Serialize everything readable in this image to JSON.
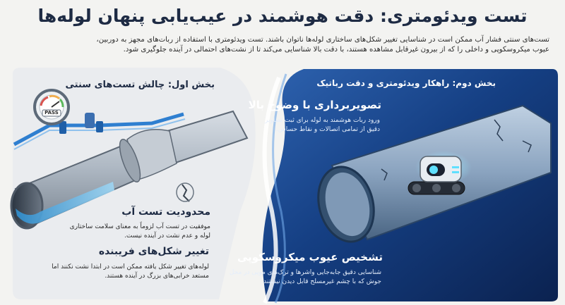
{
  "title": "تست ویدئومتری: دقت هوشمند در عیب‌یابی پنهان لوله‌ها",
  "intro": {
    "line1": "تست‌های سنتی فشار آب ممکن است در شناسایی تغییر شکل‌های ساختاری لوله‌ها ناتوان باشند. تست ویدئومتری با استفاده از ربات‌های مجهز به دوربین،",
    "line2": "عیوب میکروسکوپی و داخلی را که از بیرون غیرقابل مشاهده هستند، با دقت بالا شناسایی می‌کند تا از نشت‌های احتمالی در آینده جلوگیری شود."
  },
  "left": {
    "heading": "بخش اول: چالش تست‌های سنتی",
    "gauge_label": "PASS",
    "item1": {
      "title": "محدودیت تست آب",
      "line1": "موفقیت در تست آب لزوماً به معنای سلامت ساختاری",
      "line2": "لوله و عدم نشت در آینده نیست."
    },
    "item2": {
      "title": "تغییر شکل‌های فریبنده",
      "line1": "لوله‌های تغییر شکل یافته ممکن است در ابتدا نشت نکنند اما",
      "line2": "مستعد خرابی‌های بزرگ در آینده هستند."
    }
  },
  "right": {
    "heading": "بخش دوم: راهکار ویدئومتری و دقت رباتیک",
    "item1": {
      "title": "تصویربرداری با وضوح بالا",
      "line1": "ورود ربات هوشمند به لوله برای ثبت تصاویر",
      "line2": "دقیق از تمامی اتصالات و نقاط حساس."
    },
    "item2": {
      "title": "تشخیص عیوب میکروسکوپی",
      "line1": "شناسایی دقیق جابه‌جایی واشرها و ترک‌های مویی در محل",
      "line2": "جوش که با چشم غیرمسلح قابل دیدن نیستند."
    }
  },
  "colors": {
    "navy": "#0d2a5c",
    "navy_light": "#2f64b0",
    "title": "#1e2b44",
    "water": "#4aa6dc",
    "robot_light": "#5fe0ff"
  },
  "icons": [
    "pressure-gauge-icon",
    "water-pipe-icon",
    "inspection-robot-icon"
  ]
}
